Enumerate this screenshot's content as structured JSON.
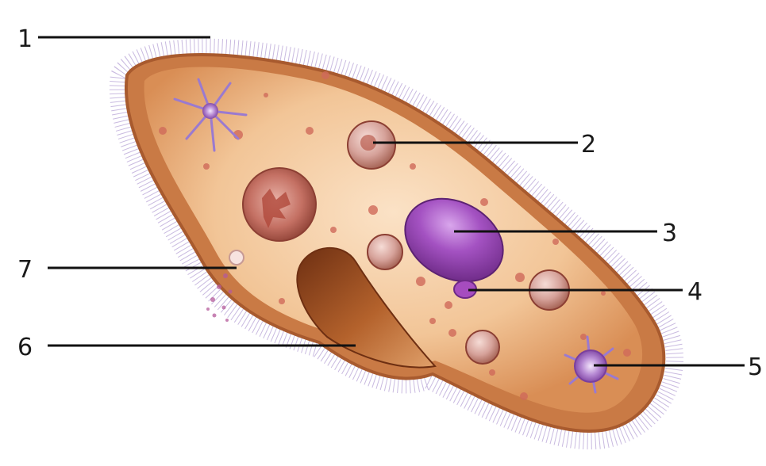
{
  "labels": [
    "1",
    "2",
    "3",
    "4",
    "5",
    "6",
    "7"
  ],
  "colors": {
    "body": "#c97a45",
    "body_edge": "#a85a2e",
    "cytoplasm": "#f4c9a0",
    "cilia": "#b7a3d6",
    "nucleus": "#8e3fa8",
    "micronucleus": "#a64cbf",
    "vacuole": "#d7a3a0",
    "oral_groove": "#9a4d22",
    "line": "#111111",
    "text": "#1a1a1a"
  }
}
